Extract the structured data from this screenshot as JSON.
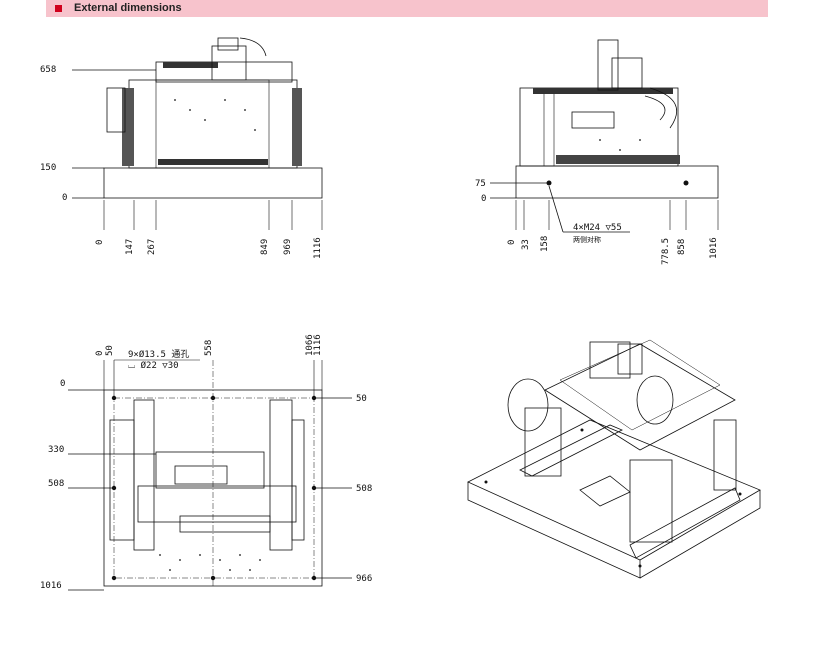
{
  "header": {
    "title": "External dimensions",
    "accent": "#d0001c",
    "bg": "#f7c3cc"
  },
  "front_view": {
    "left_labels": {
      "top": "658",
      "mid": "150",
      "zero": "0"
    },
    "bottom_labels": [
      "0",
      "147",
      "267",
      "849",
      "969",
      "1116"
    ]
  },
  "side_view": {
    "left_labels": {
      "a": "75",
      "b": "0"
    },
    "bottom_labels": [
      "0",
      "33",
      "158",
      "778.5",
      "858",
      "1016"
    ],
    "callout": {
      "main": "4×M24 ▽55",
      "sub": "两侧对称"
    }
  },
  "top_view": {
    "top_labels_left": [
      "0",
      "50"
    ],
    "top_label_mid": "558",
    "top_labels_right": [
      "1066",
      "1116"
    ],
    "left_labels": [
      "0",
      "330",
      "508",
      "1016"
    ],
    "right_labels": [
      "50",
      "508",
      "966"
    ],
    "callout": {
      "line1": "9×Ø13.5 通孔",
      "line2": "⌴ Ø22 ▽30"
    }
  },
  "iso_view": {
    "name": "isometric"
  }
}
